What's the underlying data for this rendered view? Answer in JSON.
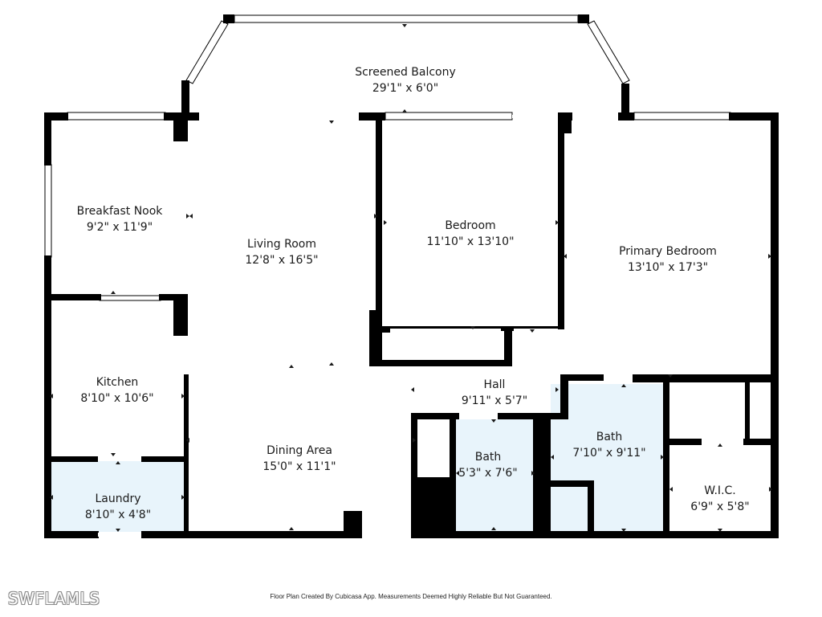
{
  "plan": {
    "rooms": [
      {
        "id": "balcony",
        "name": "Screened Balcony",
        "dims": "29'1\" x 6'0\""
      },
      {
        "id": "nook",
        "name": "Breakfast Nook",
        "dims": "9'2\" x 11'9\""
      },
      {
        "id": "living",
        "name": "Living Room",
        "dims": "12'8\" x 16'5\""
      },
      {
        "id": "bedroom",
        "name": "Bedroom",
        "dims": "11'10\" x 13'10\""
      },
      {
        "id": "primary",
        "name": "Primary Bedroom",
        "dims": "13'10\" x 17'3\""
      },
      {
        "id": "kitchen",
        "name": "Kitchen",
        "dims": "8'10\" x 10'6\""
      },
      {
        "id": "hall",
        "name": "Hall",
        "dims": "9'11\" x 5'7\""
      },
      {
        "id": "dining",
        "name": "Dining Area",
        "dims": "15'0\" x 11'1\""
      },
      {
        "id": "bath1",
        "name": "Bath",
        "dims": "5'3\" x 7'6\""
      },
      {
        "id": "bath2",
        "name": "Bath",
        "dims": "7'10\" x 9'11\""
      },
      {
        "id": "laundry",
        "name": "Laundry",
        "dims": "8'10\" x 4'8\""
      },
      {
        "id": "wic",
        "name": "W.I.C.",
        "dims": "6'9\" x 5'8\""
      }
    ],
    "tile_color": "#e8f4fb",
    "wall_color": "#000000"
  },
  "footer": {
    "credit": "Floor Plan Created By Cubicasa App. Measurements Deemed Highly Reliable But Not Guaranteed.",
    "watermark": "SWFLAMLS"
  }
}
